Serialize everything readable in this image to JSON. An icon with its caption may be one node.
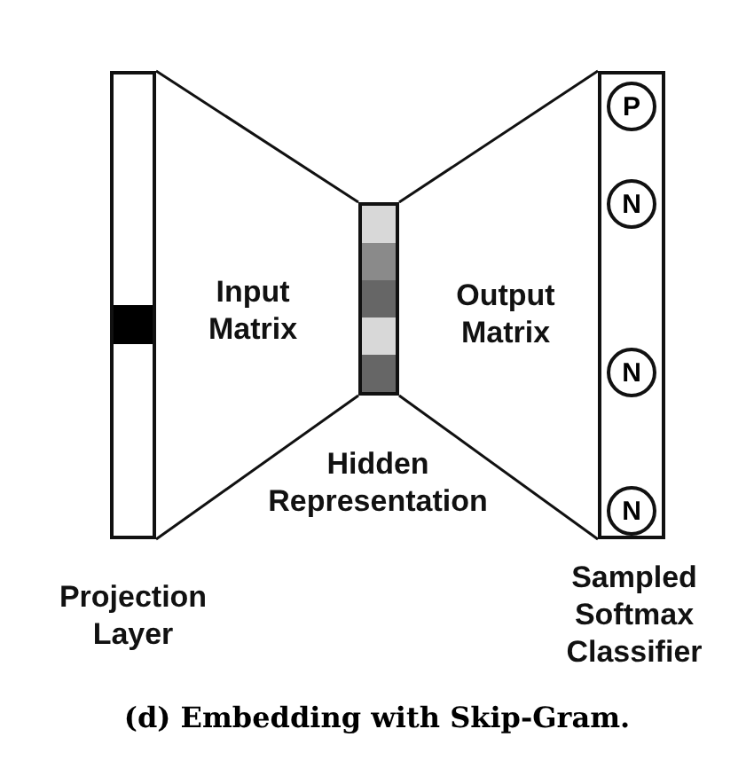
{
  "diagram": {
    "caption": "(d) Embedding with Skip-Gram.",
    "nodes": [
      {
        "text": [
          "Projection Layer"
        ]
      },
      {
        "text": [
          "Hidden Representation"
        ]
      },
      {
        "text": [
          "Sampled Softmax Classifier"
        ]
      },
      {
        "text": [
          "P"
        ],
        "in": 2
      },
      {
        "text": [
          "N"
        ],
        "in": 2
      },
      {
        "text": [
          "N"
        ],
        "in": 2
      },
      {
        "text": [
          "N"
        ],
        "in": 2
      }
    ],
    "edges": [
      {
        "from": 0,
        "to": 1,
        "arrow": "none"
      },
      {
        "from": 0,
        "to": 1,
        "arrow": "none"
      },
      {
        "from": 1,
        "to": 2,
        "arrow": "none"
      },
      {
        "from": 1,
        "to": 2,
        "arrow": "none"
      }
    ],
    "labels": [
      "Input Matrix",
      "Output Matrix"
    ]
  }
}
